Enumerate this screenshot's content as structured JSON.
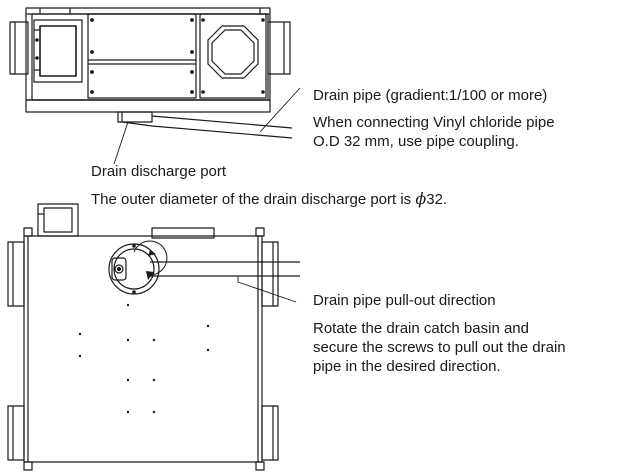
{
  "labels": {
    "drain_pipe_gradient": "Drain pipe (gradient:1/100 or more)",
    "vinyl_note_line1": "When connecting Vinyl chloride pipe",
    "vinyl_note_line2": "O.D 32 mm, use pipe coupling.",
    "drain_discharge_port": "Drain discharge port",
    "outer_diameter_prefix": "The outer diameter of the drain discharge port is ",
    "outer_diameter_symbol": "ϕ",
    "outer_diameter_value": "32.",
    "pull_out_direction": "Drain pipe pull-out direction",
    "rotate_note_line1": "Rotate the drain catch basin and",
    "rotate_note_line2": "secure the screws to pull out the drain",
    "rotate_note_line3": "pipe in the desired direction."
  },
  "colors": {
    "line": "#1a1a1a",
    "background": "#ffffff"
  }
}
